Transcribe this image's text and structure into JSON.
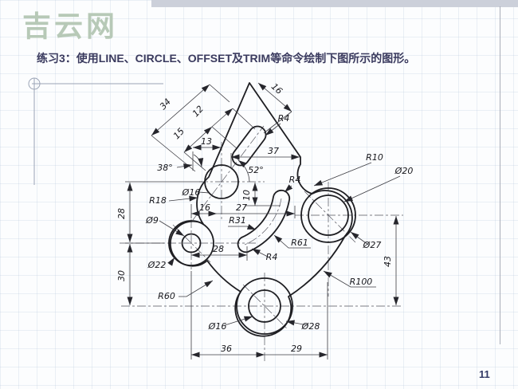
{
  "slide": {
    "watermark": "吉云网",
    "title": "练习3：使用LINE、CIRCLE、OFFSET及TRIM等命令绘制下图所示的图形。",
    "page_number": "11",
    "colors": {
      "title_text": "#3a3a5e",
      "watermark_text": "#b7c9b7",
      "page_number_text": "#333a66",
      "drawing_line": "#1e1e22",
      "top_band": "#ccd0da"
    }
  },
  "drawing": {
    "description": "Dimensioned 2D CAD part drawing with four circular bosses, an angled slot and a curved slot",
    "labels": [
      {
        "id": "dim-34",
        "text": "34"
      },
      {
        "id": "dim-15",
        "text": "15"
      },
      {
        "id": "dim-12",
        "text": "12"
      },
      {
        "id": "dim-16-diagonal",
        "text": "16"
      },
      {
        "id": "radius-r4-slot",
        "text": "R4"
      },
      {
        "id": "dim-13",
        "text": "13"
      },
      {
        "id": "dim-37",
        "text": "37"
      },
      {
        "id": "radius-r10",
        "text": "R10"
      },
      {
        "id": "dia-20",
        "text": "Ø20"
      },
      {
        "id": "angle-38",
        "text": "38°"
      },
      {
        "id": "angle-52",
        "text": "52°"
      },
      {
        "id": "dia-16-top",
        "text": "Ø16"
      },
      {
        "id": "radius-r18",
        "text": "R18"
      },
      {
        "id": "dim-16-row",
        "text": "16"
      },
      {
        "id": "dim-27",
        "text": "27"
      },
      {
        "id": "dim-10",
        "text": "10"
      },
      {
        "id": "dim-28-vertical",
        "text": "28"
      },
      {
        "id": "dia-9",
        "text": "Ø9"
      },
      {
        "id": "radius-r31",
        "text": "R31"
      },
      {
        "id": "radius-r4-mid",
        "text": "R4"
      },
      {
        "id": "radius-r61",
        "text": "R61"
      },
      {
        "id": "dim-28-horizontal",
        "text": "28"
      },
      {
        "id": "dia-22",
        "text": "Ø22"
      },
      {
        "id": "radius-r4-low",
        "text": "R4"
      },
      {
        "id": "dia-27",
        "text": "Ø27"
      },
      {
        "id": "dim-43",
        "text": "43"
      },
      {
        "id": "dim-30-vertical",
        "text": "30"
      },
      {
        "id": "radius-r60",
        "text": "R60"
      },
      {
        "id": "radius-r100",
        "text": "R100"
      },
      {
        "id": "dia-16-bottom",
        "text": "Ø16"
      },
      {
        "id": "dia-28",
        "text": "Ø28"
      },
      {
        "id": "dim-36",
        "text": "36"
      },
      {
        "id": "dim-29",
        "text": "29"
      }
    ]
  }
}
